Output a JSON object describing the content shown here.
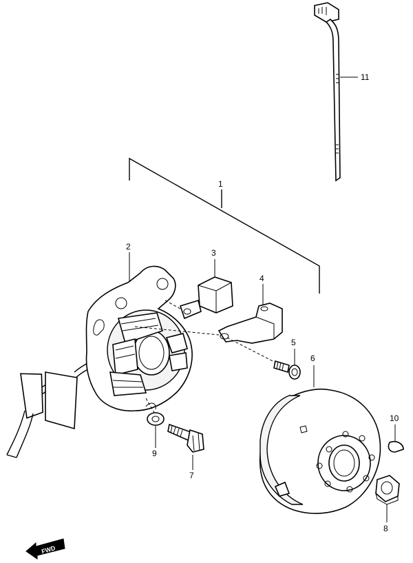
{
  "callouts": {
    "c1": "1",
    "c2": "2",
    "c3": "3",
    "c4": "4",
    "c5": "5",
    "c6": "6",
    "c7": "7",
    "c8": "8",
    "c9": "9",
    "c10": "10",
    "c11": "11"
  },
  "fwd_label": "FWD"
}
